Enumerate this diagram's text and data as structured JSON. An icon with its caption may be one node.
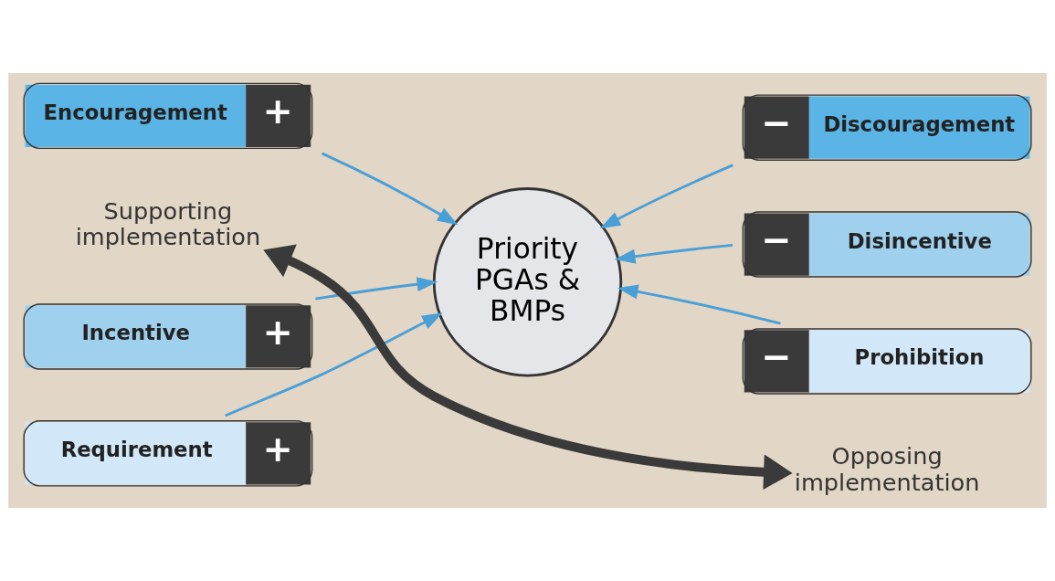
{
  "diagram": {
    "nodes": [
      {
        "text": [
          "Encouragement",
          "+"
        ]
      },
      {
        "text": [
          "−",
          "Discouragement"
        ]
      },
      {
        "text": [
          "Incentive",
          "+"
        ]
      },
      {
        "text": [
          "Priority PGAs & BMPs"
        ]
      },
      {
        "text": [
          "−",
          "Disincentive"
        ]
      },
      {
        "text": [
          "Requirement",
          "+"
        ]
      },
      {
        "text": [
          "−",
          "Prohibition"
        ]
      },
      {
        "text": [
          "Supporting implementation"
        ]
      },
      {
        "text": [
          "Opposing implementation"
        ]
      }
    ],
    "edges": [
      {
        "from": 0,
        "to": 3,
        "arrow": "to"
      },
      {
        "from": 1,
        "to": 3,
        "arrow": "to"
      },
      {
        "from": 2,
        "to": 3,
        "arrow": "to"
      },
      {
        "from": 4,
        "to": 3,
        "arrow": "to"
      },
      {
        "from": 5,
        "to": 3,
        "arrow": "to"
      },
      {
        "from": 6,
        "to": 3,
        "arrow": "to"
      },
      {
        "from": 7,
        "to": 8,
        "arrow": "both",
        "style": "thick",
        "color": "#3a3a3a"
      }
    ]
  }
}
